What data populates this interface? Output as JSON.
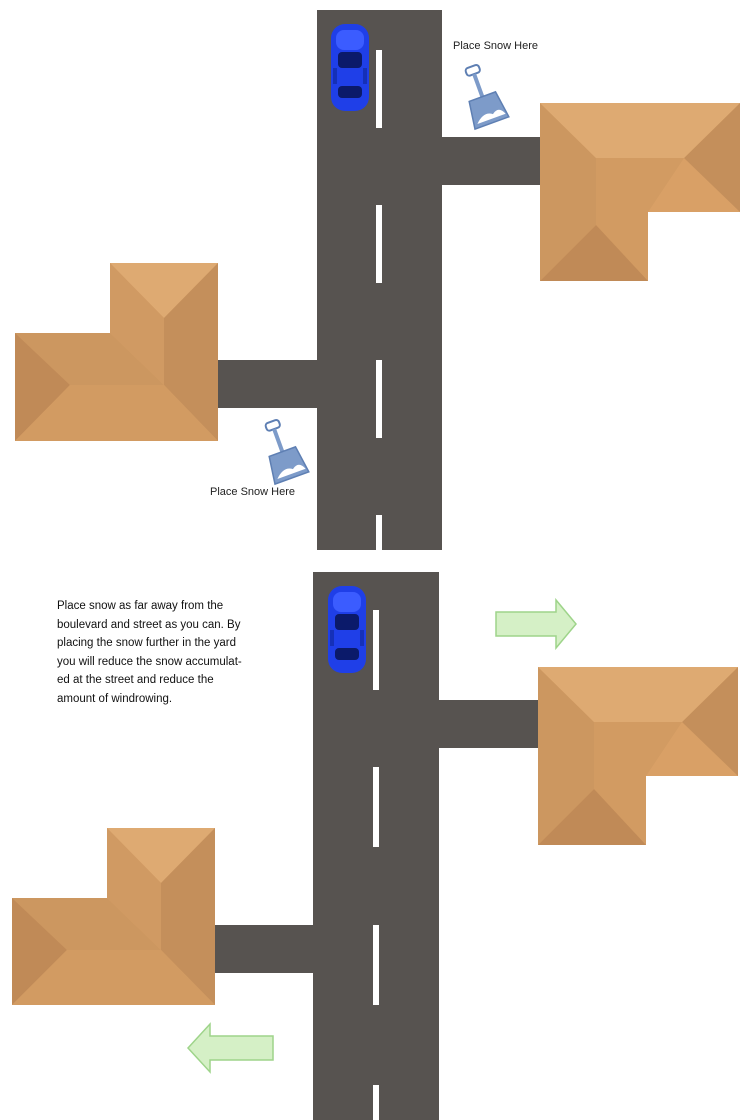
{
  "top_panel": {
    "label_right": "Place Snow Here",
    "label_left": "Place Snow Here"
  },
  "bottom_panel": {
    "instructions": [
      "Place snow as far away from the",
      "boulevard and street as you can.  By",
      "placing the snow  further in the yard",
      "you will reduce the snow accumulat-",
      "ed at the street and reduce the",
      "amount of windrowing."
    ]
  },
  "colors": {
    "road": "#575350",
    "lane_marking": "#ffffff",
    "roof_light": "#d9a066",
    "roof_mid": "#c99763",
    "roof_dark": "#b98c5d",
    "car": "#1f3fe8",
    "shovel": "#7d9bc9",
    "arrow_fill": "#d5f0c6",
    "arrow_stroke": "#9ed48a"
  },
  "icons": [
    "car-icon",
    "shovel-icon",
    "arrow-right-icon",
    "arrow-left-icon",
    "house-roof-icon"
  ]
}
